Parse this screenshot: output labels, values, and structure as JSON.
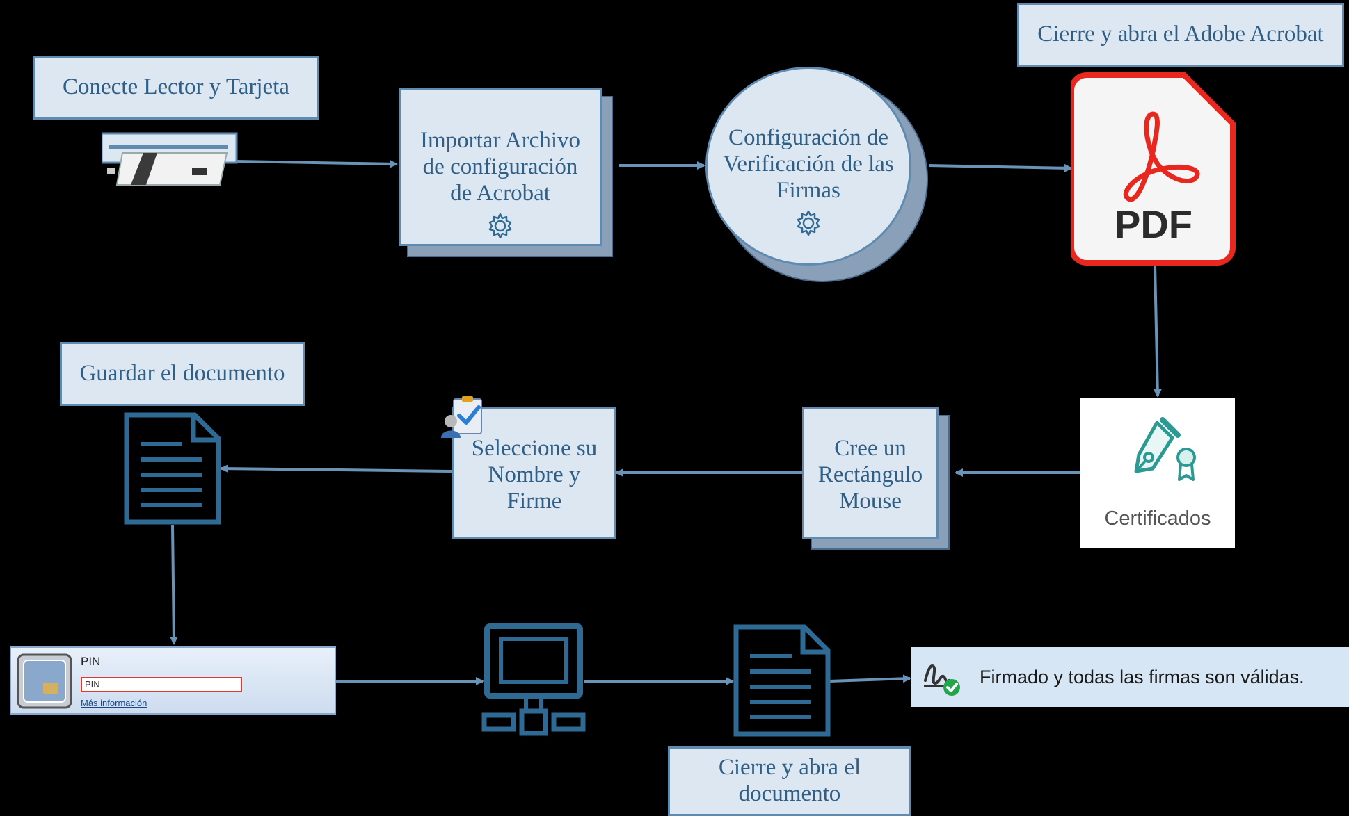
{
  "steps": {
    "connect": "Conecte Lector y Tarjeta",
    "import": "Importar Archivo\nde configuración\nde Acrobat",
    "verify": "Configuración de\nVerificación de las\nFirmas",
    "close_acrobat": "Cierre y abra el Adobe Acrobat",
    "pdf_label": "PDF",
    "certificates": "Certificados",
    "rectangle": "Cree un\nRectángulo\nMouse",
    "select_sign": "Seleccione su\nNombre y\nFirme",
    "save": "Guardar el documento",
    "close_doc": "Cierre y abra el\ndocumento"
  },
  "pin_dialog": {
    "title": "PIN",
    "input_value": "PIN",
    "more_info": "Más información"
  },
  "validation": {
    "message": "Firmado y todas las firmas son válidas."
  },
  "colors": {
    "box_fill": "#dde7f1",
    "box_border": "#5f8bb0",
    "arrow": "#6a93b8",
    "icon": "#2f6a94",
    "pdf_red": "#e8281e"
  },
  "icons": [
    "card-reader-icon",
    "gear-icon",
    "pdf-icon",
    "certificate-pen-icon",
    "signer-check-icon",
    "document-icon",
    "computer-network-icon",
    "signature-valid-icon",
    "smart-card-icon"
  ]
}
